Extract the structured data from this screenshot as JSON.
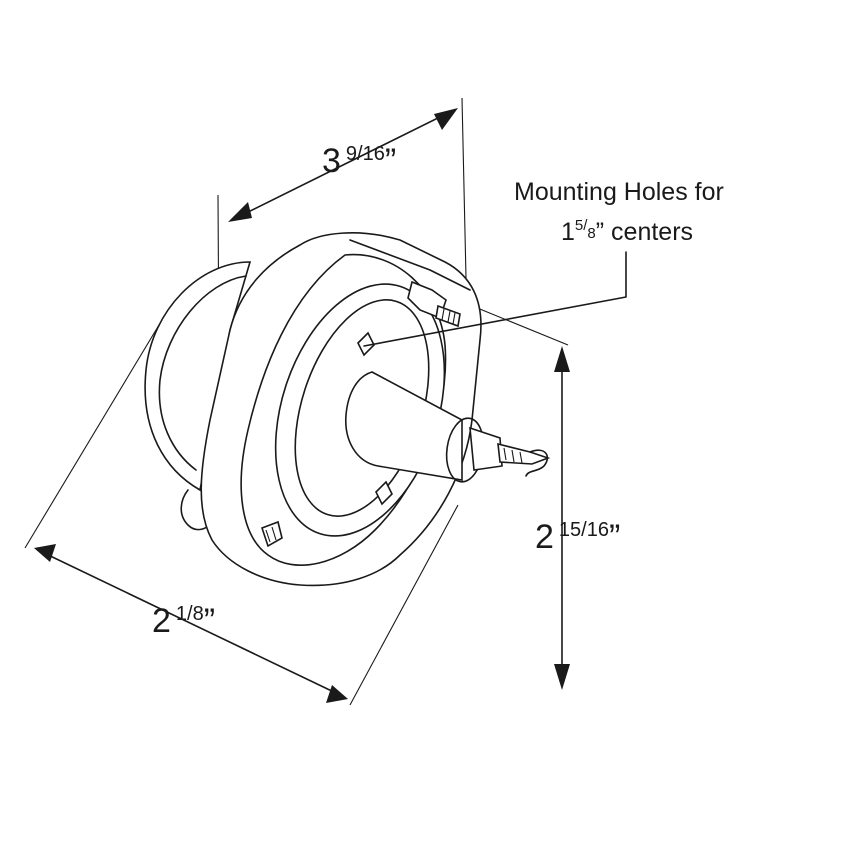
{
  "dimensions": {
    "depth": {
      "whole": "3",
      "frac": "9/16",
      "unit": "”"
    },
    "height": {
      "whole": "2",
      "frac": "15/16",
      "unit": "”"
    },
    "width": {
      "whole": "2",
      "frac": "1/8",
      "unit": "”"
    }
  },
  "callout": {
    "line1": "Mounting Holes for",
    "line2_whole": "1",
    "line2_num": "5",
    "line2_slash": "/",
    "line2_den": "8",
    "line2_rest": "” centers"
  }
}
